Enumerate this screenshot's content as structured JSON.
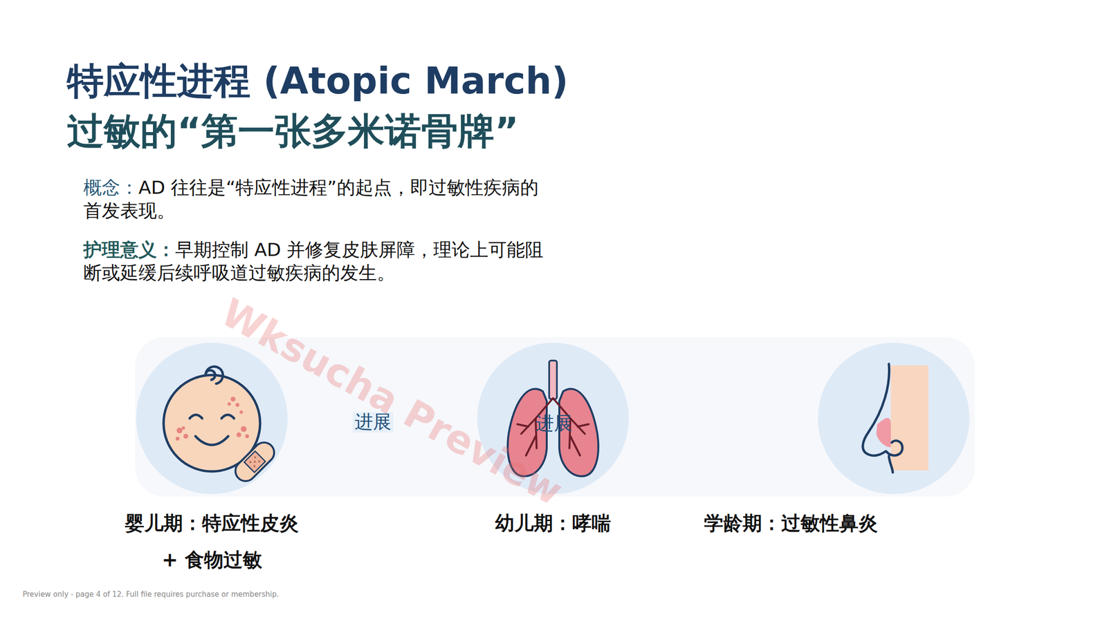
{
  "diagram": {
    "title": "特应性进程 (Atopic March)",
    "nodes": [
      {
        "text": [
          "婴儿期：特应性皮炎 + 食物过敏"
        ]
      },
      {
        "text": [
          "幼儿期：哮喘"
        ]
      },
      {
        "text": [
          "学龄期：过敏性鼻炎"
        ]
      }
    ],
    "edges": [
      {
        "from": 0,
        "to": 1,
        "arrow": "to",
        "label": "进展"
      },
      {
        "from": 1,
        "to": 2,
        "arrow": "to"
      }
    ],
    "labels": [
      "过敏的“第一张多米诺骨牌”",
      "概念：",
      "AD 往往是“特应性进程”的起点，即过敏性疾病的首发表现。",
      "护理意义：",
      "早期控制 AD 并修复皮肤屏障，理论上可能阻断或延缓后续呼吸道过敏疾病的发生。",
      "进展",
      "Wksucha Preview",
      "Preview only - page 4 of 12. Full file requires purchase or membership."
    ]
  }
}
